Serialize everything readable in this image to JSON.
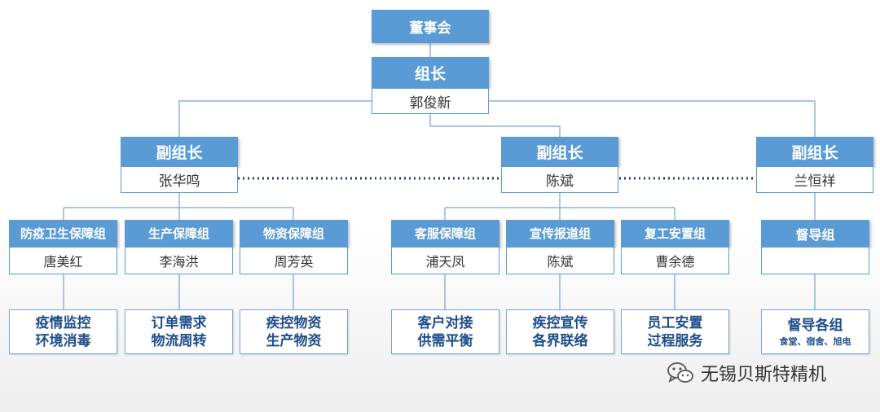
{
  "board": "董事会",
  "leader": {
    "title": "组长",
    "name": "郭俊新"
  },
  "deputies": [
    {
      "title": "副组长",
      "name": "张华鸣"
    },
    {
      "title": "副组长",
      "name": "陈斌"
    },
    {
      "title": "副组长",
      "name": "兰恒祥"
    }
  ],
  "groups": [
    {
      "title": "防疫卫生保障组",
      "name": "唐美红",
      "tasks": [
        "疫情监控",
        "环境消毒"
      ]
    },
    {
      "title": "生产保障组",
      "name": "李海洪",
      "tasks": [
        "订单需求",
        "物流周转"
      ]
    },
    {
      "title": "物资保障组",
      "name": "周芳英",
      "tasks": [
        "疾控物资",
        "生产物资"
      ]
    },
    {
      "title": "客服保障组",
      "name": "浦天凤",
      "tasks": [
        "客户对接",
        "供需平衡"
      ]
    },
    {
      "title": "宣传报道组",
      "name": "陈斌",
      "tasks": [
        "疾控宣传",
        "各界联络"
      ]
    },
    {
      "title": "复工安置组",
      "name": "曹余德",
      "tasks": [
        "员工安置",
        "过程服务"
      ]
    },
    {
      "title": "督导组",
      "name": "",
      "tasks": [
        "督导各组"
      ],
      "note": "食堂、宿舍、旭电"
    }
  ],
  "watermark": "无锡贝斯特精机",
  "colors": {
    "header": "#5b9bd5",
    "connector": "#8fb3d9",
    "task_text": "#1f4e8c"
  }
}
